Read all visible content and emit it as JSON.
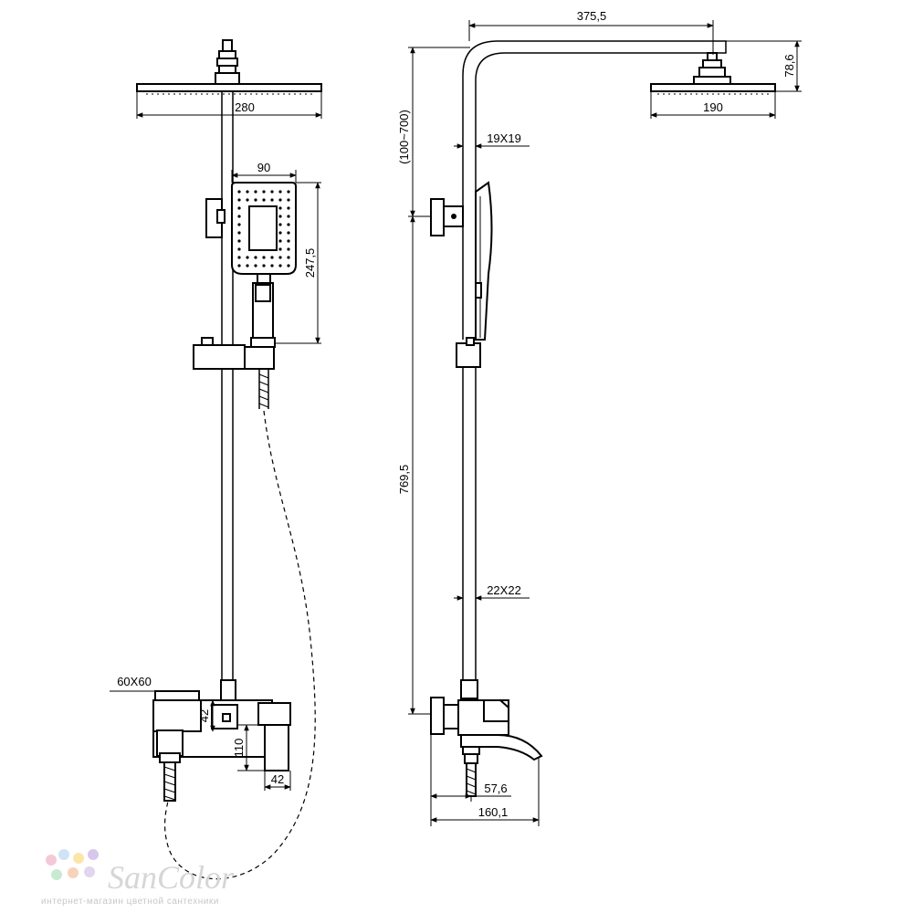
{
  "dimensions": {
    "front": {
      "head_width": "280",
      "hand_width": "90",
      "hand_height": "247,5",
      "mixer_body": "60X60",
      "mixer_height_42": "42",
      "mixer_height_110": "110",
      "lever_width": "42"
    },
    "side": {
      "arm_reach": "375,5",
      "head_height": "78,6",
      "head_diameter": "190",
      "adjust_range": "(100~700)",
      "upper_tube": "19X19",
      "rail_length": "769,5",
      "lower_tube": "22X22",
      "spout_offset": "57,6",
      "spout_reach": "160,1"
    }
  },
  "watermark": {
    "brand": "SanColor",
    "tagline": "интернет-магазин цветной сантехники",
    "dot_colors": [
      "#f4c9d6",
      "#cfe3f6",
      "#fbe6a8",
      "#d7c7ec",
      "#c9ead2",
      "#f6d3bb",
      "#e1d6f0"
    ]
  }
}
